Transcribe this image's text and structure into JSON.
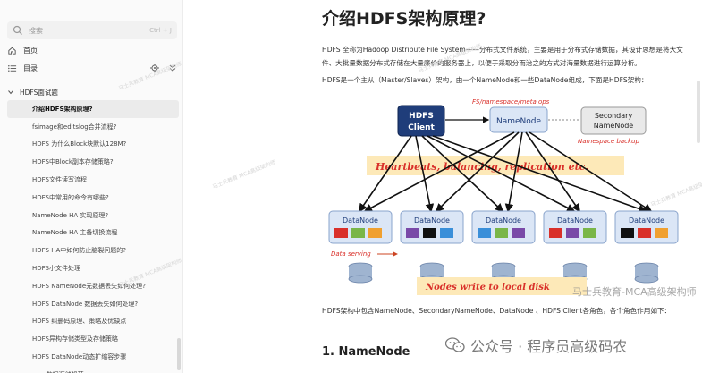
{
  "sidebar": {
    "search_placeholder": "搜索",
    "search_shortcut": "Ctrl + J",
    "home_label": "首页",
    "toc_label": "目录",
    "group_title": "HDFS面试题",
    "items": [
      {
        "label": "介绍HDFS架构原理?",
        "active": true
      },
      {
        "label": "fsimage和editslog合并流程?"
      },
      {
        "label": "HDFS 为什么Block块默认128M?"
      },
      {
        "label": "HDFS中Block副本存储策略?"
      },
      {
        "label": "HDFS文件读写流程"
      },
      {
        "label": "HDFS中常用的命令有哪些?"
      },
      {
        "label": "NameNode HA 实现原理?"
      },
      {
        "label": "NameNode HA 主备切换流程"
      },
      {
        "label": "HDFS HA中如何防止脑裂问题的?"
      },
      {
        "label": "HDFS小文件处理"
      },
      {
        "label": "HDFS NameNode元数据丢失如何处理?"
      },
      {
        "label": "HDFS DataNode 数据丢失如何处理?"
      },
      {
        "label": "HDFS 纠删码原理、策略及优缺点"
      },
      {
        "label": "HDFS异构存储类型及存储策略"
      },
      {
        "label": "HDFS DataNode动态扩缩容步骤"
      },
      {
        "label": "yarn数据源储规范"
      }
    ]
  },
  "article": {
    "title": "介绍HDFS架构原理?",
    "para1": "HDFS 全称为Hadoop Distribute File System——分布式文件系统，主要是用于分布式存储数据，其设计思想是将大文件、大批量数据分布式存储在大量廉价的服务器上，以便于采取分而治之的方式对海量数据进行运算分析。",
    "para2": "HDFS是一个主从（Master/Slaves）架构，由一个NameNode和一些DataNode组成，下面是HDFS架构：",
    "para3": "HDFS架构中包含NameNode、SecondaryNameNode、DataNode 、HDFS Client各角色，各个角色作用如下：",
    "h2": "1. NameNode"
  },
  "diagram": {
    "client_line1": "HDFS",
    "client_line2": "Client",
    "namenode": "NameNode",
    "secondary_line1": "Secondary",
    "secondary_line2": "NameNode",
    "ns_meta": "FS/namespace/meta ops",
    "ns_backup": "Namespace backup",
    "heartbeats": "Heartbeats, balancing, replication etc.",
    "datanode": "DataNode",
    "data_serving": "Data serving",
    "nodes_write": "Nodes write to local disk",
    "colors": {
      "node_fill": "#dbe6f6",
      "client_fill": "#1f3d7a",
      "banner_fill": "#fde9b8",
      "red_text": "#d9302a"
    }
  },
  "overlay": {
    "wm_right": "马士兵教育-MCA高级架构师",
    "wechat": "公众号 · 程序员高级码农",
    "wm_small": "马士兵教育 MCA高级架构师"
  }
}
